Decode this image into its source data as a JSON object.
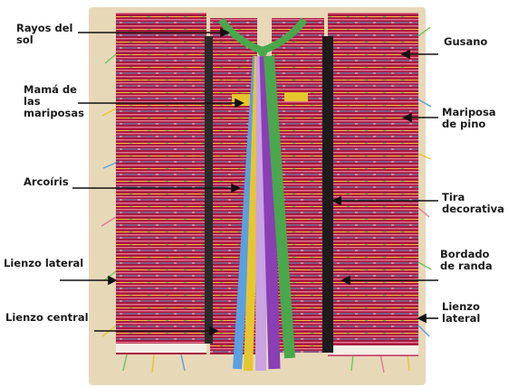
{
  "diagram": {
    "colors": {
      "backdrop": "#e7d8b8",
      "textile_red": "#a8163f",
      "ribbon_purple": "#8a3fb4",
      "ribbon_green": "#49a84c",
      "ribbon_blue": "#5a9fe0",
      "ribbon_yellow": "#e6c62c"
    },
    "labels": {
      "rayos_del_sol": "Rayos del\nsol",
      "mama_de_las_mariposas": "Mamá de\nlas\nmariposas",
      "arcoiris": "Arcoíris",
      "lienzo_lateral_left": "Lienzo lateral",
      "lienzo_central": "Lienzo central",
      "gusano": "Gusano",
      "mariposa_de_pino": "Mariposa\nde pino",
      "tira_decorativa": "Tira\ndecorativa",
      "bordado_de_randa": "Bordado\nde randa",
      "lienzo_lateral_right": "Lienzo lateral"
    }
  }
}
